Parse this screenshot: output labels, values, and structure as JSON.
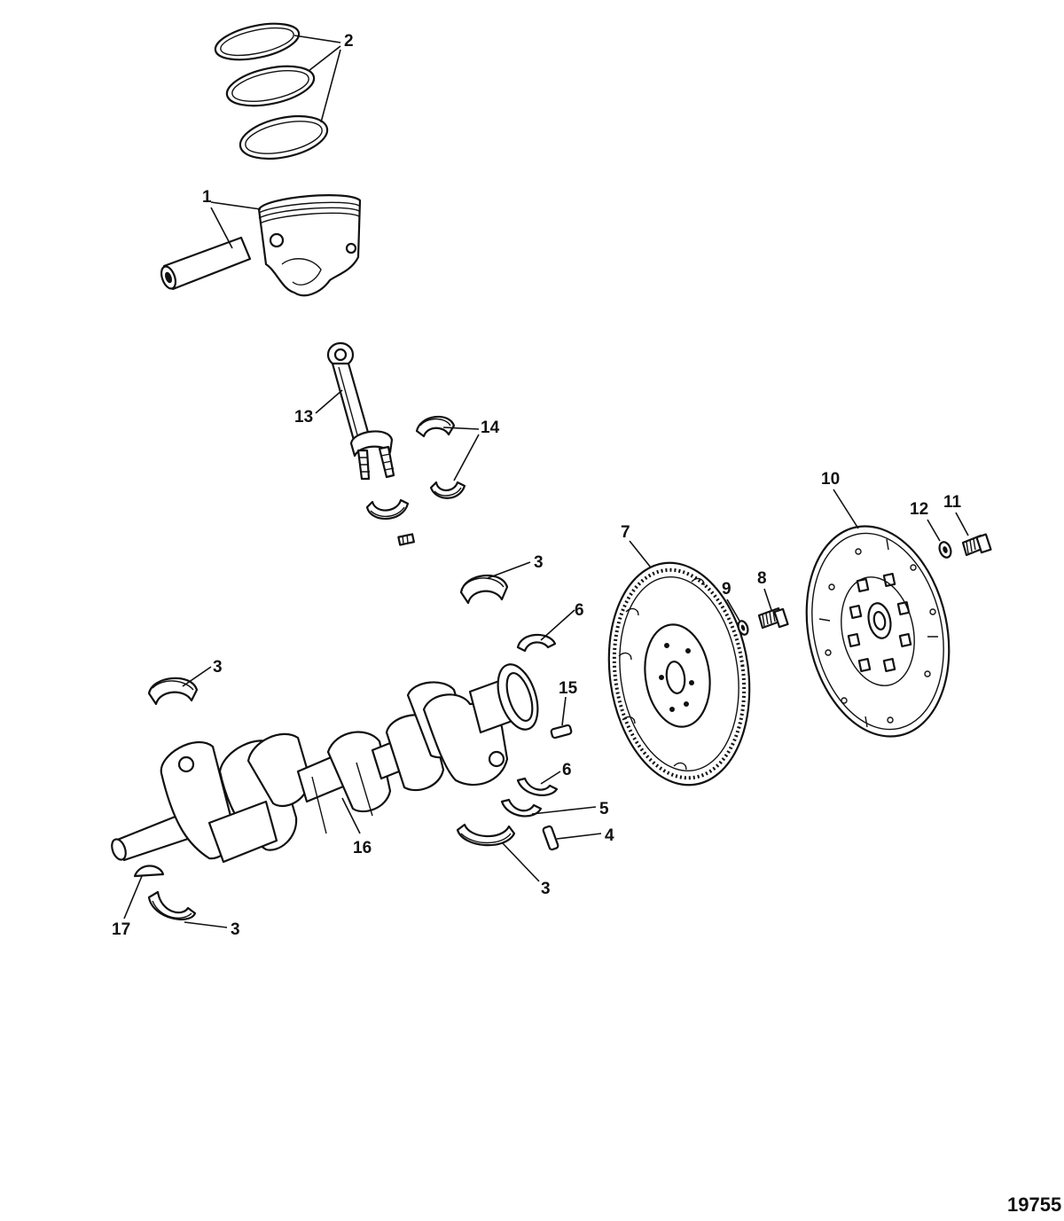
{
  "callouts": {
    "c1": "1",
    "c2": "2",
    "c3a": "3",
    "c3b": "3",
    "c3c": "3",
    "c3d": "3",
    "c4": "4",
    "c5": "5",
    "c6a": "6",
    "c6b": "6",
    "c7": "7",
    "c8": "8",
    "c9": "9",
    "c10": "10",
    "c11": "11",
    "c12": "12",
    "c13": "13",
    "c14": "14",
    "c15": "15",
    "c16": "16",
    "c17": "17"
  },
  "figure_number": "19755"
}
